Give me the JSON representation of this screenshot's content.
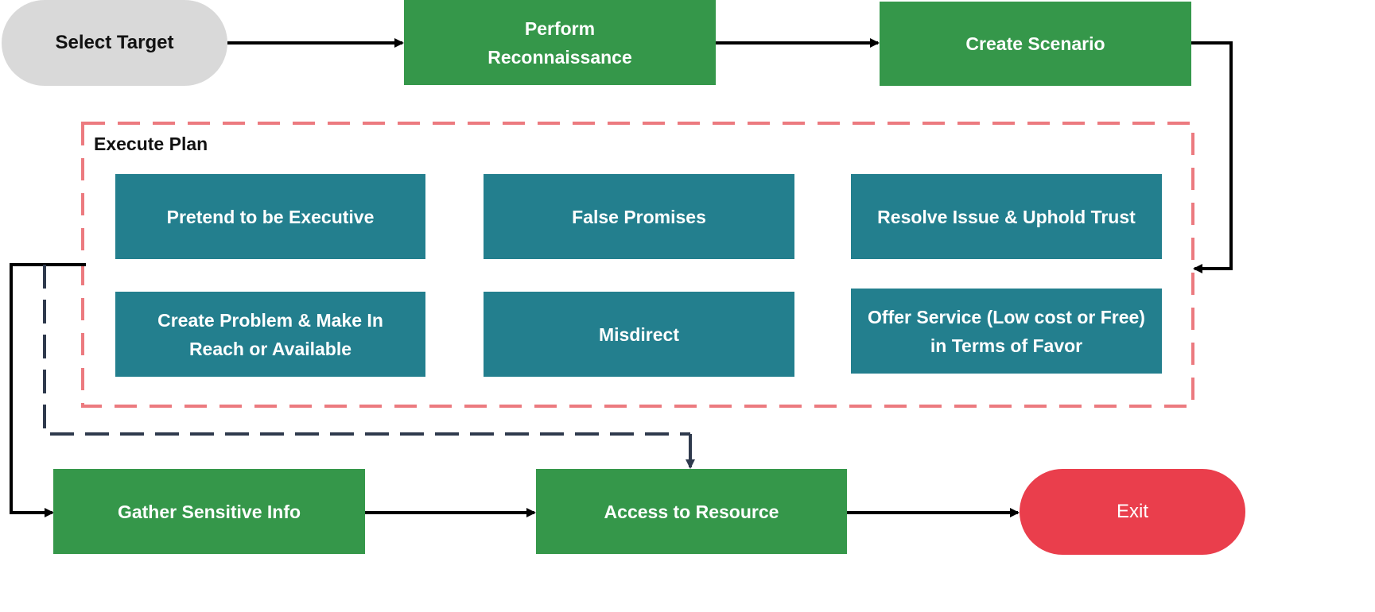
{
  "nodes": {
    "select_target": "Select Target",
    "perform_recon": "Perform\nReconnaissance",
    "create_scenario": "Create Scenario",
    "gather_info": "Gather Sensitive Info",
    "access_resource": "Access to Resource",
    "exit": "Exit"
  },
  "execute_plan": {
    "title": "Execute Plan",
    "items": [
      "Pretend to be Executive",
      "False Promises",
      "Resolve Issue & Uphold Trust",
      "Create Problem & Make In\nReach or Available",
      "Misdirect",
      "Offer Service (Low cost or Free)\nin Terms of Favor"
    ]
  },
  "colors": {
    "process_green": "#35974a",
    "tactic_teal": "#237f8e",
    "start_gray": "#d9d9d9",
    "exit_red": "#ea3e4c",
    "group_border_dashed": "#ec7a7f",
    "connector_dark": "#000000",
    "connector_dashed": "#2f3a4d"
  }
}
